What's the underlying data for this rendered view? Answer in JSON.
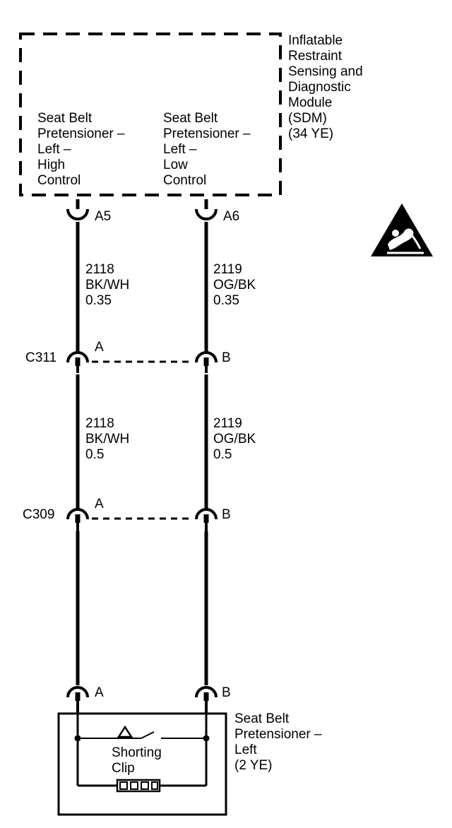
{
  "sdm": {
    "title_lines": "Inflatable\nRestraint\nSensing and\nDiagnostic\nModule\n(SDM)\n(34 YE)",
    "left_function": "Seat Belt\nPretensioner –\nLeft –\nHigh\nControl",
    "right_function": "Seat Belt\nPretensioner –\nLeft –\nLow\nControl",
    "left_pin": "A5",
    "right_pin": "A6"
  },
  "wires_upper": {
    "left": "2118\nBK/WH\n0.35",
    "right": "2119\nOG/BK\n0.35"
  },
  "connector_c311": {
    "name": "C311",
    "left_pin": "A",
    "right_pin": "B"
  },
  "wires_middle": {
    "left": "2118\nBK/WH\n0.5",
    "right": "2119\nOG/BK\n0.5"
  },
  "connector_c309": {
    "name": "C309",
    "left_pin": "A",
    "right_pin": "B"
  },
  "pretensioner": {
    "left_pin": "A",
    "right_pin": "B",
    "name_lines": "Seat Belt\nPretensioner –\nLeft\n(2 YE)",
    "clip_label": "Shorting\nClip"
  },
  "icons": {
    "warning": "airbag-warning-icon"
  }
}
